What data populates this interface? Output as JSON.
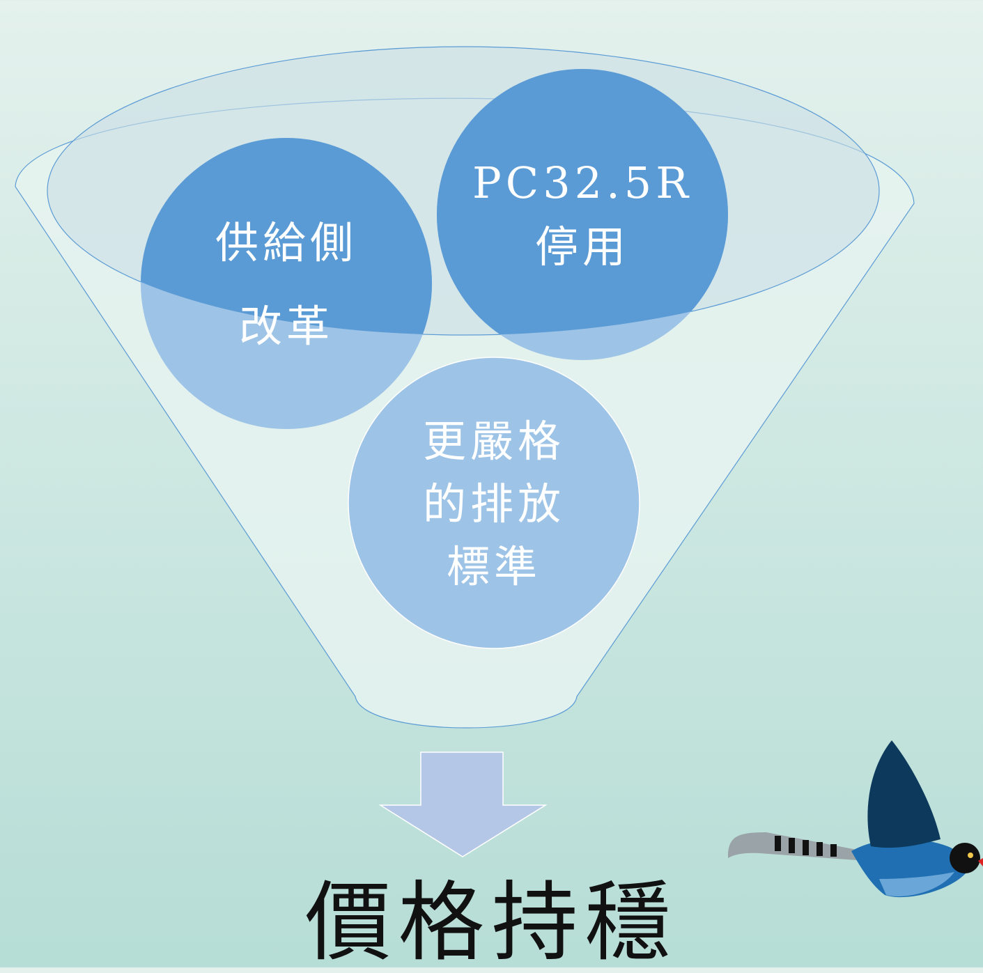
{
  "diagram": {
    "inputs": [
      {
        "lines": [
          "供給側",
          "改革"
        ]
      },
      {
        "lines": [
          "PC32.5R",
          "停用"
        ]
      },
      {
        "lines": [
          "更嚴格",
          "的排放",
          "標準"
        ]
      }
    ],
    "result": "價格持穩"
  },
  "colors": {
    "circle_dark": "#5b9bd5",
    "circle_light": "#9dc3e6",
    "funnel_stroke": "#5b9bd5",
    "arrow_fill": "#b4c7e7",
    "bird_body": "#1f6fb2",
    "bird_wing": "#0d3a5c"
  },
  "icons": [
    "funnel-icon",
    "down-arrow-icon",
    "blue-magpie-bird-icon"
  ]
}
